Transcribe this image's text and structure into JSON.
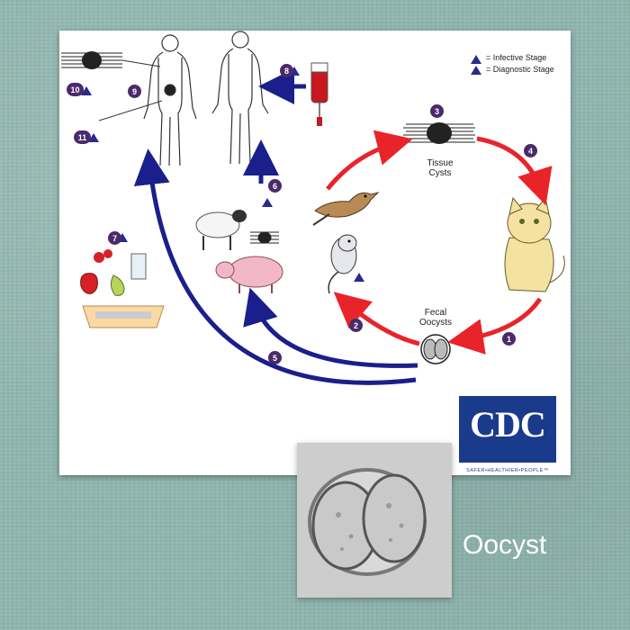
{
  "legend": {
    "infective": "= Infective Stage",
    "diagnostic": "= Diagnostic Stage",
    "infective_icon": "triangle-i-icon",
    "diagnostic_icon": "triangle-d-icon"
  },
  "labels": {
    "tissue_cysts": "Tissue\nCysts",
    "fecal_oocysts": "Fecal\nOocysts"
  },
  "steps": [
    "1",
    "2",
    "3",
    "4",
    "5",
    "6",
    "7",
    "8",
    "9",
    "10",
    "11"
  ],
  "logo": {
    "text": "CDC",
    "tagline": "SAFER•HEALTHIER•PEOPLE™"
  },
  "photo_caption": "Oocyst",
  "colors": {
    "arrow_red": "#e8242a",
    "arrow_blue": "#1a1f8c",
    "badge": "#4a2a6b",
    "cdc_blue": "#1a3a8c",
    "background": "#8fb6ae"
  }
}
